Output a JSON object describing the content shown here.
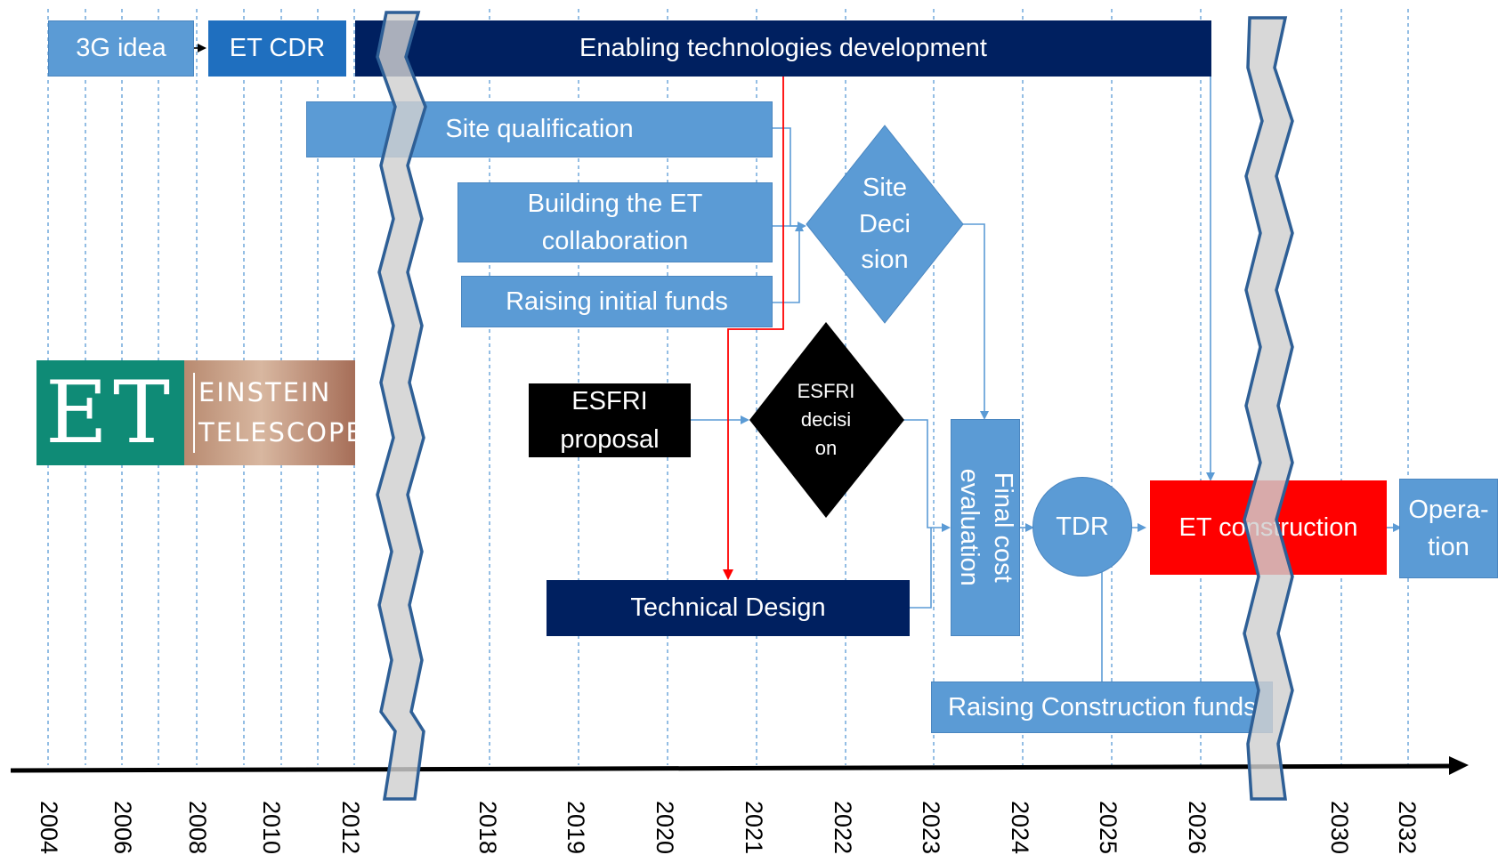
{
  "boxes": {
    "idea": "3G idea",
    "cdr": "ET CDR",
    "enabling": "Enabling technologies development",
    "site_qualification": "Site qualification",
    "collaboration_1": "Building the ET",
    "collaboration_2": "collaboration",
    "initial_funds": "Raising initial funds",
    "esfri_proposal_1": "ESFRI",
    "esfri_proposal_2": "proposal",
    "technical_design": "Technical Design",
    "final_cost_1": "Final cost",
    "final_cost_2": "evaluation",
    "tdr": "TDR",
    "construction": "ET construction",
    "operation_1": "Opera-",
    "operation_2": "tion",
    "construction_funds": "Raising Construction funds"
  },
  "diamonds": {
    "site_decision_1": "Site",
    "site_decision_2": "Deci",
    "site_decision_3": "sion",
    "esfri_decision_1": "ESFRI",
    "esfri_decision_2": "decisi",
    "esfri_decision_3": "on"
  },
  "logo": {
    "mark": "ET",
    "line1": "EINSTEIN",
    "line2": "TELESCOPE"
  },
  "years": [
    "2004",
    "2006",
    "2008",
    "2010",
    "2012",
    "2018",
    "2019",
    "2020",
    "2021",
    "2022",
    "2023",
    "2024",
    "2025",
    "2026",
    "2030",
    "2032"
  ],
  "colors": {
    "light_box": "#5b9bd5",
    "mid_box": "#1f6fbf",
    "dark_box": "#002060",
    "construction": "#ff0000",
    "gridline": "#5b9bd5",
    "critical_path": "#ff0000"
  }
}
